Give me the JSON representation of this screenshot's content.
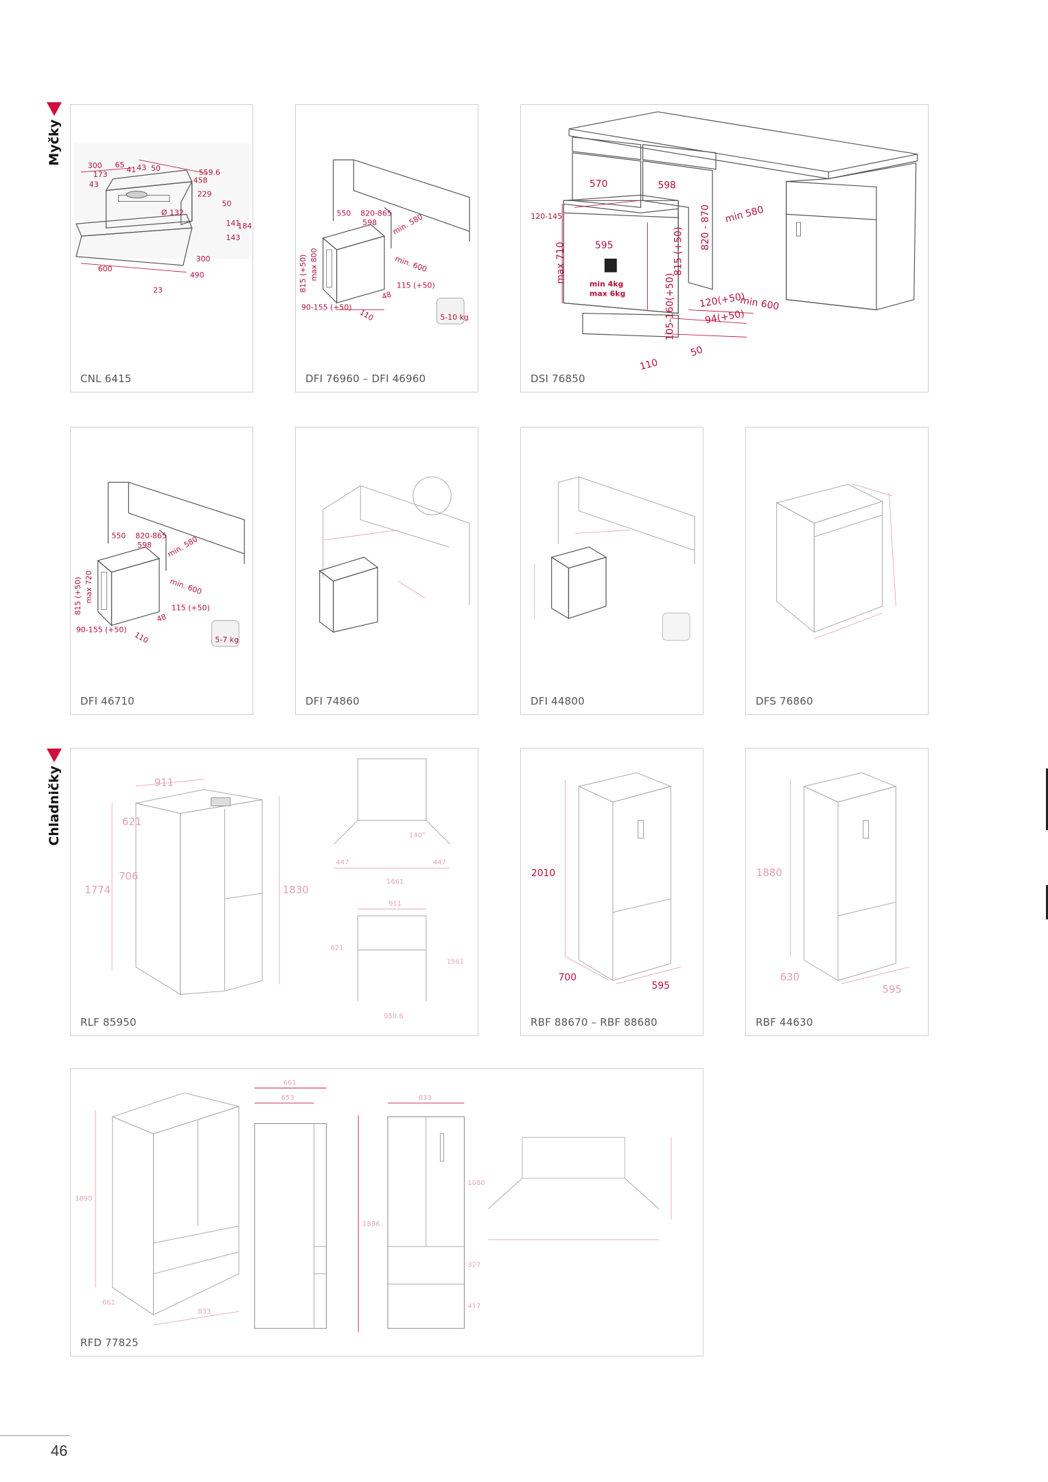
{
  "sections": {
    "dishwashers": "Myčky",
    "fridges": "Chladničky"
  },
  "page_number": "46",
  "colors": {
    "accent": "#d0103a",
    "dimension": "#b4123a",
    "border": "#cfcfcf"
  },
  "products": {
    "cnl6415": {
      "label": "CNL 6415",
      "dims": [
        "300",
        "65",
        "41",
        "43",
        "50",
        "559.6",
        "458",
        "173",
        "43",
        "229",
        "50",
        "Ø 132",
        "141",
        "184",
        "143",
        "300",
        "490",
        "600",
        "23"
      ]
    },
    "dfi76960": {
      "label": "DFI 76960 – DFI 46960",
      "dims": [
        "550",
        "820-865",
        "598",
        "min. 580",
        "min. 600",
        "815 (+50)",
        "max 800",
        "115 (+50)",
        "48",
        "110",
        "90-155 (+50)"
      ],
      "badge": "5-10 kg"
    },
    "dsi76850": {
      "label": "DSI 76850",
      "dims": [
        "570",
        "598",
        "120-145",
        "595",
        "max 710",
        "815 (+50)",
        "820 - 870",
        "min 580",
        "min 4kg",
        "max 6kg",
        "120(+50)",
        "min 600",
        "105-160(+50)",
        "94(+50)",
        "50",
        "110"
      ]
    },
    "dfi46710": {
      "label": "DFI 46710",
      "dims": [
        "550",
        "820-865",
        "598",
        "min. 580",
        "min. 600",
        "815 (+50)",
        "max 720",
        "115 (+50)",
        "48",
        "110",
        "90-155 (+50)"
      ],
      "badge": "5-7 kg"
    },
    "dfi74860": {
      "label": "DFI 74860"
    },
    "dfi44800": {
      "label": "DFI 44800"
    },
    "dfs76860": {
      "label": "DFS 76860"
    },
    "rlf85950": {
      "label": "RLF 85950",
      "dims": [
        "911",
        "621",
        "706",
        "1774",
        "1830",
        "447",
        "447",
        "1661",
        "911",
        "621",
        "1561",
        "950.6",
        "140°"
      ]
    },
    "rbf88670": {
      "label": "RBF 88670 – RBF 88680",
      "dims": [
        "2010",
        "700",
        "595"
      ]
    },
    "rbf44630": {
      "label": "RBF 44630",
      "dims": [
        "1880",
        "630",
        "595"
      ]
    },
    "rfd77825": {
      "label": "RFD 77825",
      "dims": [
        "661",
        "653",
        "833",
        "1890",
        "661",
        "833",
        "1896",
        "1080",
        "327",
        "417"
      ]
    }
  }
}
